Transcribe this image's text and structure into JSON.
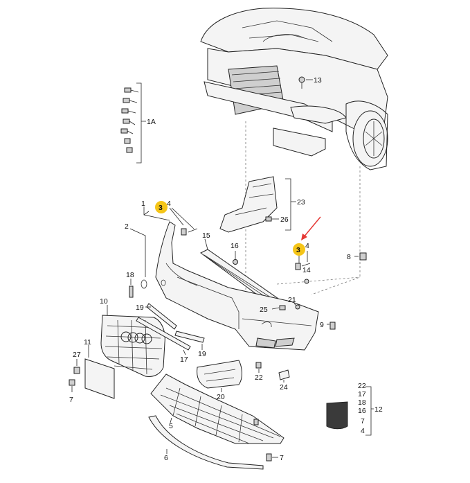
{
  "diagram": {
    "labels": {
      "l1": "1",
      "l1a": "1A",
      "l2": "2",
      "l3a": "3",
      "l3b": "3",
      "l4a": "4",
      "l4b": "4",
      "l4c": "4",
      "l5": "5",
      "l6": "6",
      "l7a": "7",
      "l7b": "7",
      "l7c": "7",
      "l8": "8",
      "l9": "9",
      "l10": "10",
      "l11": "11",
      "l12": "12",
      "l13": "13",
      "l14": "14",
      "l15": "15",
      "l16a": "16",
      "l16b": "16",
      "l17": "17",
      "l18a": "18",
      "l18b": "18",
      "l19a": "19",
      "l19b": "19",
      "l20": "20",
      "l21": "21",
      "l22a": "22",
      "l22b": "22",
      "l23": "23",
      "l24": "24",
      "l25": "25",
      "l26": "26",
      "l27": "27"
    },
    "colors": {
      "highlight": "#f5c518",
      "arrow": "#e53935",
      "line": "#222222"
    }
  }
}
